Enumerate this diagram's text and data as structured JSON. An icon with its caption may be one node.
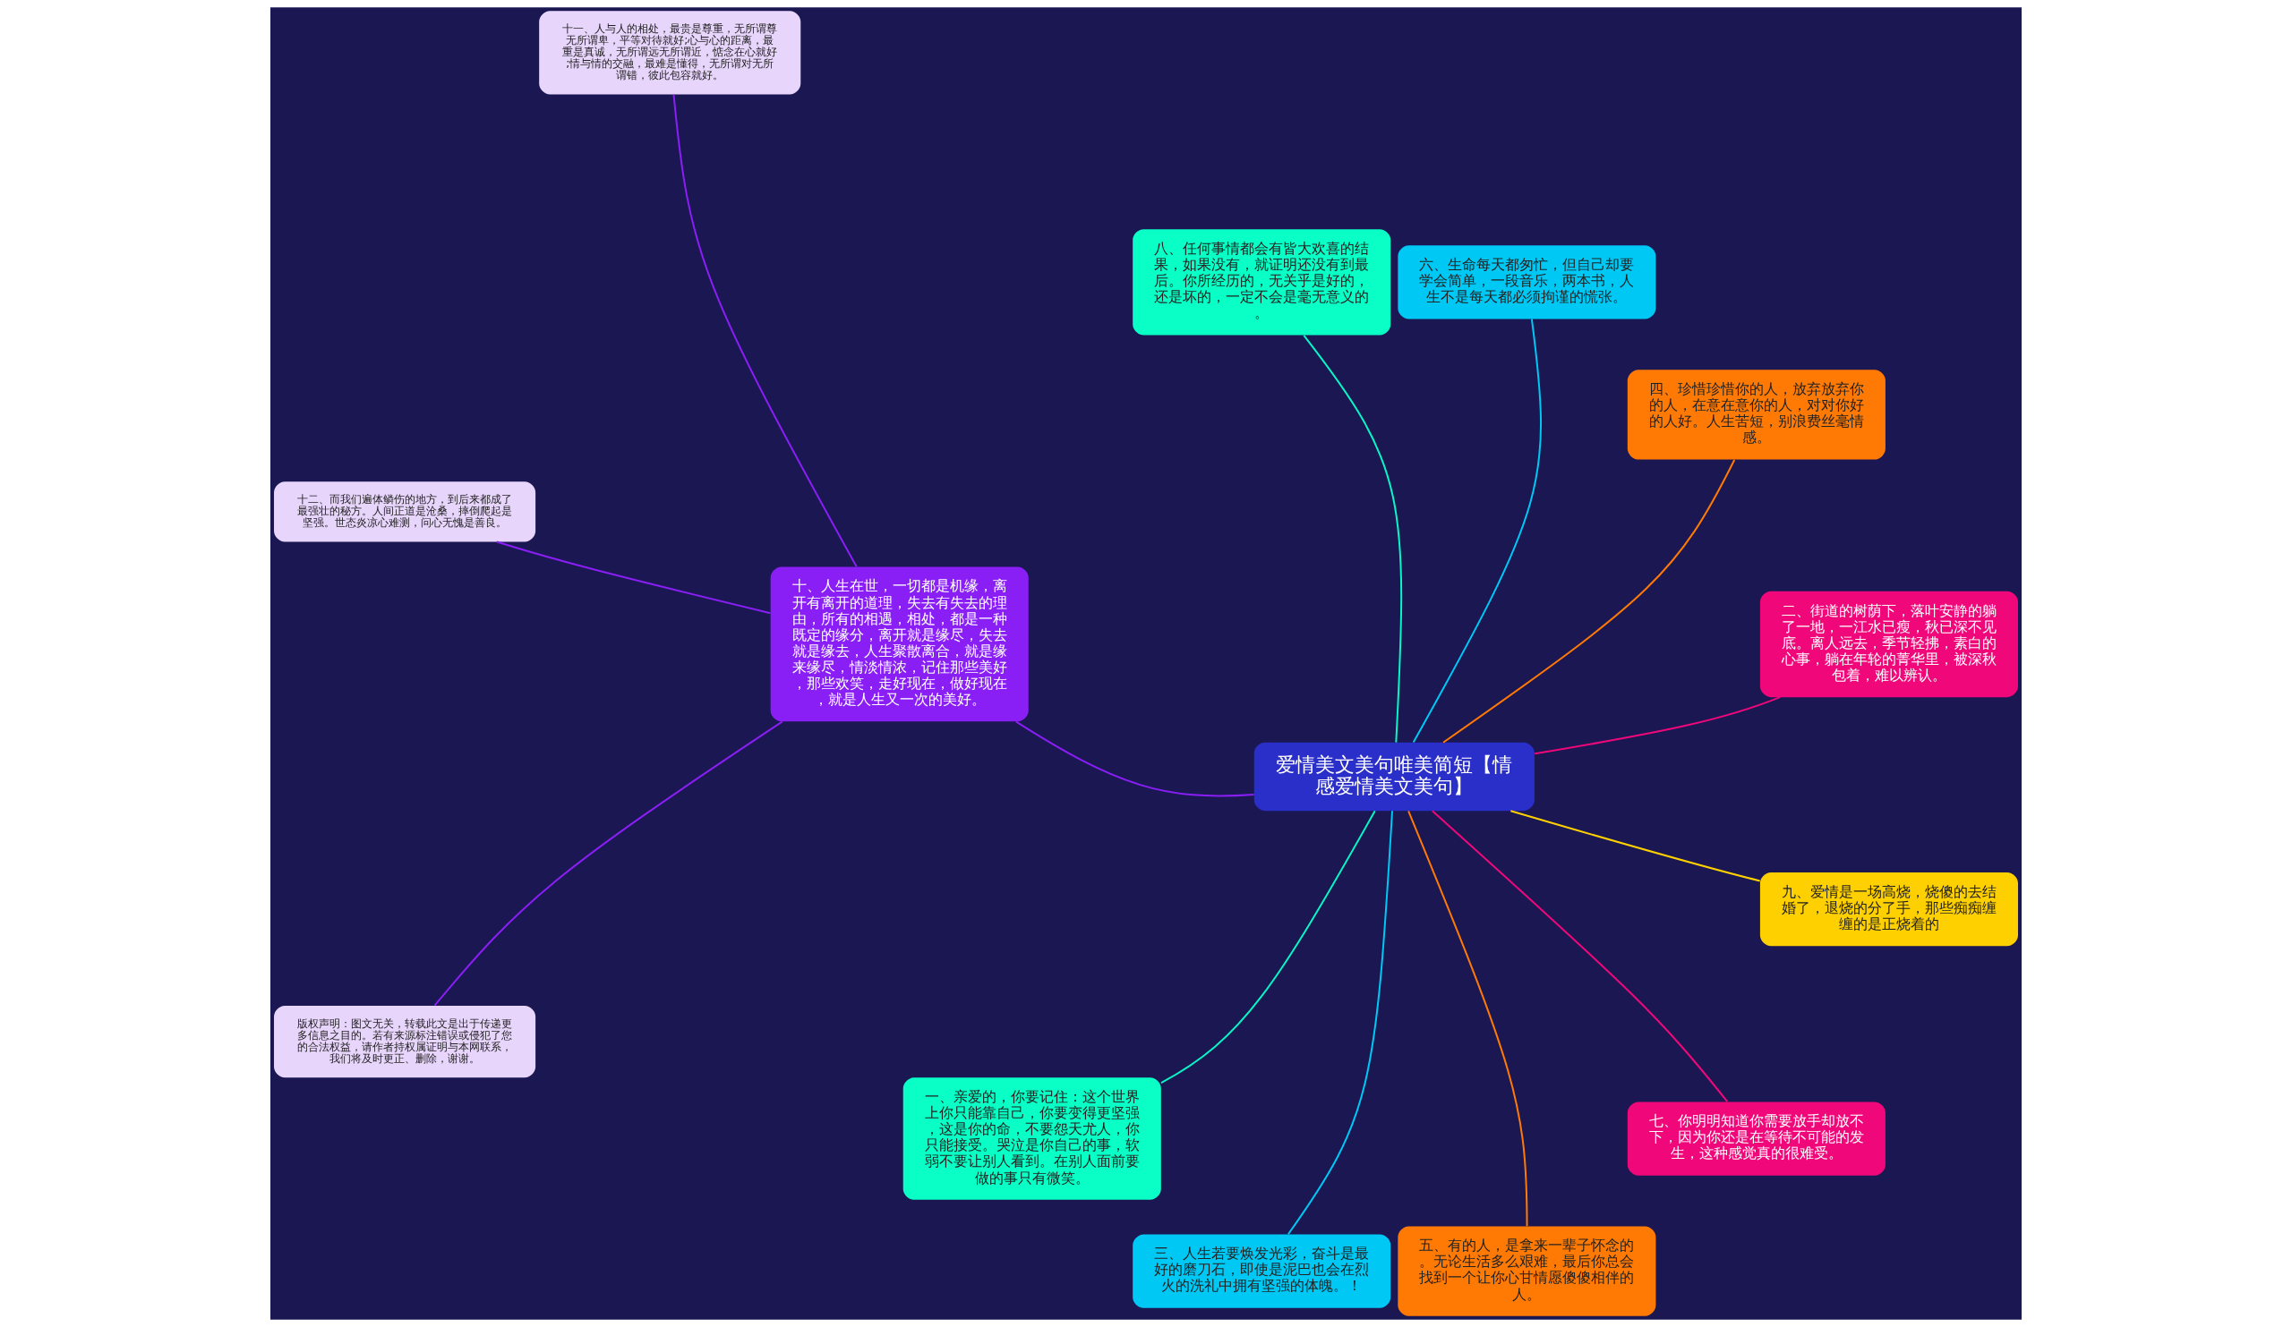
{
  "diagram": {
    "nodes": [
      {
        "text": [
          "爱情美文美句唯美简短【情感爱情美文美句】"
        ]
      },
      {
        "text": [
          "二、街道的树荫下，落叶安静的躺了一地，一江水已瘦，秋已深不见底。离人远去，季节轻拂，素白的心事，躺在年轮的菁华里，被深秋包着，难以辨认。"
        ]
      },
      {
        "text": [
          "四、珍惜珍惜你的人，放弃放弃你的人，在意在意你的人，对对你好的人好。人生苦短，别浪费丝毫情感。"
        ]
      },
      {
        "text": [
          "六、生命每天都匆忙，但自己却要学会简单，一段音乐，两本书，人生不是每天都必须拘谨的慌张。"
        ]
      },
      {
        "text": [
          "八、任何事情都会有皆大欢喜的结果，如果没有，就证明还没有到最后。你所经历的，无关乎是好的，还是坏的，一定不会是毫无意义的。"
        ]
      },
      {
        "text": [
          "十、人生在世，一切都是机缘，离开有离开的道理，失去有失去的理由，所有的相遇，相处，都是一种既定的缘分，离开就是缘尽，失去就是缘去，人生聚散离合，就是缘来缘尽，情淡情浓，记住那些美好，那些欢笑，走好现在，做好现在，就是人生又一次的美好。"
        ]
      },
      {
        "text": [
          "一、亲爱的，你要记住：这个世界上你只能靠自己，你要变得更坚强，这是你的命，不要怨天尤人，你只能接受。哭泣是你自己的事，软弱不要让别人看到。在别人面前要做的事只有微笑。"
        ]
      },
      {
        "text": [
          "三、人生若要焕发光彩，奋斗是最好的磨刀石，即使是泥巴也会在烈火的洗礼中拥有坚强的体魄。！"
        ]
      },
      {
        "text": [
          "五、有的人，是拿来一辈子怀念的。无论生活多么艰难，最后你总会找到一个让你心甘情愿傻傻相伴的人。"
        ]
      },
      {
        "text": [
          "七、你明明知道你需要放手却放不下，因为你还是在等待不可能的发生，这种感觉真的很难受。"
        ]
      },
      {
        "text": [
          "九、爱情是一场高烧，烧傻的去结婚了，退烧的分了手，那些痴痴缠缠的是正烧着的"
        ]
      },
      {
        "text": [
          "十一、人与人的相处，最贵是尊重，无所谓尊无所谓卑，平等对待就好;心与心的距离，最重是真诚，无所谓远无所谓近，惦念在心就好;情与情的交融，最难是懂得，无所谓对无所谓错，彼此包容就好。"
        ]
      },
      {
        "text": [
          "十二、而我们遍体鳞伤的地方，到后来都成了最强壮的秘方。人间正道是沧桑，摔倒爬起是坚强。世态炎凉心难测，问心无愧是善良。"
        ]
      },
      {
        "text": [
          "版权声明：图文无关，转载此文是出于传递更多信息之目的。若有来源标注错误或侵犯了您的合法权益，请作者持权属证明与本网联系，我们将及时更正、删除，谢谢。"
        ]
      }
    ],
    "edges": [
      {
        "from": 0,
        "to": 1,
        "arrow": "none",
        "color": "#f0087a"
      },
      {
        "from": 0,
        "to": 2,
        "arrow": "none",
        "color": "#ff7a05"
      },
      {
        "from": 0,
        "to": 3,
        "arrow": "none",
        "color": "#00c8f5"
      },
      {
        "from": 0,
        "to": 4,
        "arrow": "none",
        "color": "#09f5c5"
      },
      {
        "from": 0,
        "to": 5,
        "arrow": "none",
        "color": "#8a1ff5"
      },
      {
        "from": 0,
        "to": 6,
        "arrow": "none",
        "color": "#09f5c5"
      },
      {
        "from": 0,
        "to": 7,
        "arrow": "none",
        "color": "#00c8f5"
      },
      {
        "from": 0,
        "to": 8,
        "arrow": "none",
        "color": "#ff7a05"
      },
      {
        "from": 0,
        "to": 9,
        "arrow": "none",
        "color": "#f0087a"
      },
      {
        "from": 0,
        "to": 10,
        "arrow": "none",
        "color": "#ffd000"
      },
      {
        "from": 5,
        "to": 11,
        "arrow": "none",
        "color": "#8a1ff5"
      },
      {
        "from": 5,
        "to": 12,
        "arrow": "none",
        "color": "#8a1ff5"
      },
      {
        "from": 5,
        "to": 13,
        "arrow": "none",
        "color": "#8a1ff5"
      }
    ]
  }
}
